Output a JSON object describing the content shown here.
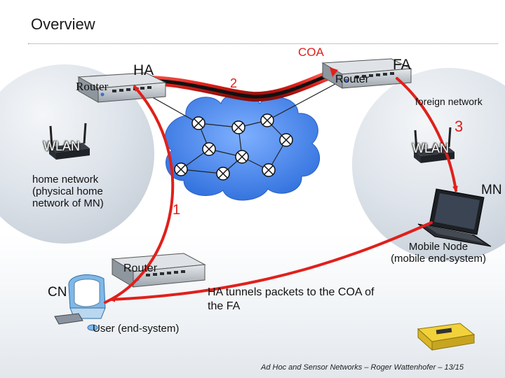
{
  "slide": {
    "title": "Overview"
  },
  "nodes": {
    "ha": "HA",
    "coa": "COA",
    "fa": "FA",
    "mn": "MN",
    "cn": "CN",
    "router_home": "Router",
    "router_foreign": "Router",
    "router_cn": "Router",
    "wlan_home": "WLAN",
    "wlan_foreign": "WLAN"
  },
  "networks": {
    "home_lines": [
      "home network",
      "(physical home",
      "network of MN)"
    ],
    "foreign": "foreign network"
  },
  "steps": {
    "one": "1",
    "two": "2",
    "three": "3"
  },
  "captions": {
    "mobile_node_lines": [
      "Mobile Node",
      "(mobile end-system)"
    ],
    "user_label": "User",
    "user_desc": "(end-system)",
    "tunnel_lines": [
      "HA tunnels packets to the COA of",
      "the FA"
    ]
  },
  "footer": "Ad Hoc and Sensor Networks – Roger Wattenhofer – 13/15",
  "colors": {
    "arrow": "#e0201b",
    "tunnel": "#111111",
    "cloud": "#3d7ee6",
    "sphere": "#d6dde5"
  },
  "icons": [
    "router-icon",
    "wlan-access-point-icon",
    "internet-cloud-icon",
    "network-switch-icon",
    "laptop-icon",
    "desktop-computer-icon",
    "sensor-node-icon"
  ]
}
